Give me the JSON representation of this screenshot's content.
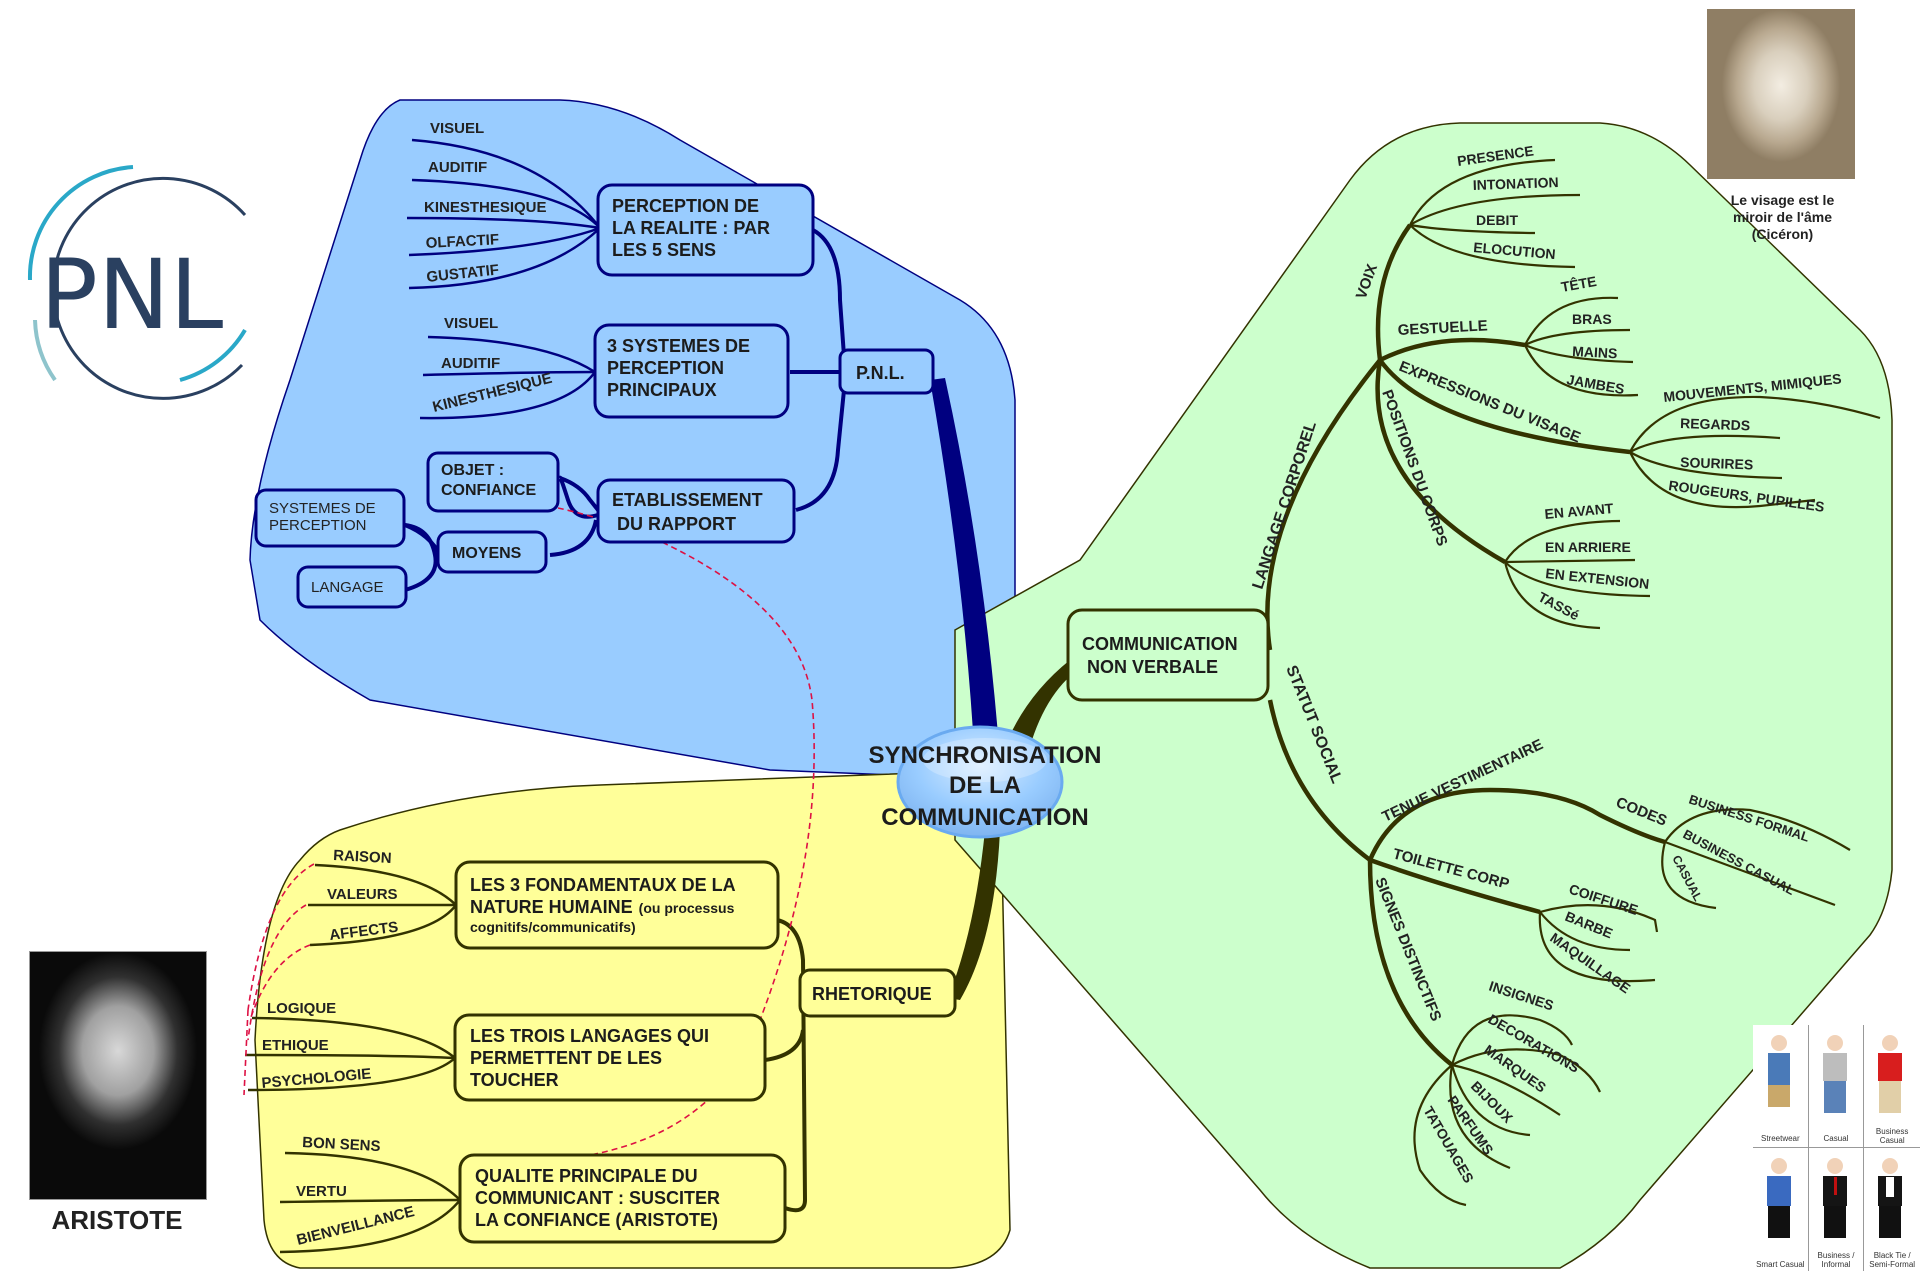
{
  "central": {
    "lines": [
      "SYNCHRONISATION",
      "DE LA",
      "COMMUNICATION"
    ]
  },
  "colors": {
    "blue_zone": "#99ccff",
    "blue_stroke": "#000080",
    "yellow_zone": "#ffff99",
    "green_zone": "#ccffcc",
    "dark_stroke": "#333300",
    "link_dashed": "#dd1144",
    "center_fill": "#99ccff"
  },
  "pnl": {
    "label": "P.N.L.",
    "perception": {
      "lines": [
        "PERCEPTION DE",
        "LA REALITE : PAR",
        "LES 5 SENS"
      ],
      "children": [
        "VISUEL",
        "AUDITIF",
        "KINESTHESIQUE",
        "OLFACTIF",
        "GUSTATIF"
      ]
    },
    "systemes": {
      "lines": [
        "3 SYSTEMES DE",
        "PERCEPTION",
        "PRINCIPAUX"
      ],
      "children": [
        "VISUEL",
        "AUDITIF",
        "KINESTHESIQUE"
      ]
    },
    "rapport": {
      "lines": [
        "ETABLISSEMENT",
        " DU RAPPORT"
      ],
      "objet": [
        "OBJET :",
        "CONFIANCE"
      ],
      "moyens": "MOYENS",
      "moyens_children": [
        [
          "SYSTEMES DE",
          "PERCEPTION"
        ],
        [
          "LANGAGE"
        ]
      ]
    }
  },
  "rhetorique": {
    "label": "RHETORIQUE",
    "fondamentaux": {
      "lines": [
        "LES 3 FONDAMENTAUX DE LA",
        "NATURE HUMAINE"
      ],
      "note": [
        "(ou processus",
        "cognitifs/communicatifs)"
      ],
      "children": [
        "RAISON",
        "VALEURS",
        "AFFECTS"
      ]
    },
    "langages": {
      "lines": [
        "LES TROIS LANGAGES QUI",
        "PERMETTENT DE LES",
        "TOUCHER"
      ],
      "children": [
        "LOGIQUE",
        "ETHIQUE",
        "PSYCHOLOGIE"
      ]
    },
    "qualite": {
      "lines": [
        "QUALITE PRINCIPALE DU",
        "COMMUNICANT : SUSCITER",
        "LA CONFIANCE (ARISTOTE)"
      ],
      "children": [
        "BON SENS",
        "VERTU",
        "BIENVEILLANCE"
      ]
    }
  },
  "non_verbale": {
    "lines": [
      "COMMUNICATION",
      " NON VERBALE"
    ],
    "langage_corporel": {
      "label": "LANGAGE CORPOREL",
      "voix": {
        "label": "VOIX",
        "children": [
          "PRESENCE",
          "INTONATION",
          "DEBIT",
          "ELOCUTION"
        ]
      },
      "gestuelle": {
        "label": "GESTUELLE",
        "children": [
          "TÊTE",
          "BRAS",
          "MAINS",
          "JAMBES"
        ]
      },
      "expressions": {
        "label": "EXPRESSIONS DU VISAGE",
        "children": [
          "MOUVEMENTS, MIMIQUES",
          "REGARDS",
          "SOURIRES",
          "ROUGEURS, PUPILLES"
        ]
      },
      "positions": {
        "label": "POSITIONS DU CORPS",
        "children": [
          "EN AVANT",
          "EN ARRIERE",
          "EN EXTENSION",
          "TASSé"
        ]
      }
    },
    "statut_social": {
      "label": "STATUT SOCIAL",
      "tenue": {
        "label": "TENUE VESTIMENTAIRE",
        "codes": "CODES",
        "children": [
          "BUSINESS FORMAL",
          "BUSINESS CASUAL",
          "CASUAL"
        ]
      },
      "toilette": {
        "label": "TOILETTE CORP",
        "children": [
          "COIFFURE",
          "BARBE",
          "MAQUILLAGE"
        ]
      },
      "signes": {
        "label": "SIGNES DISTINCTIFS",
        "children": [
          "INSIGNES",
          "DECORATIONS",
          "MARQUES",
          "BIJOUX",
          "PARFUMS",
          "TATOUAGES"
        ]
      }
    }
  },
  "logo": {
    "text": "PNL"
  },
  "aristote": {
    "caption": "ARISTOTE"
  },
  "ciceron": {
    "caption_lines": [
      "Le visage est le",
      "miroir de l'âme",
      "(Cicéron)"
    ]
  },
  "dress_codes": [
    "Streetwear",
    "Casual",
    "Business Casual",
    "Smart Casual",
    "Business / Informal",
    "Black Tie / Semi-Formal"
  ]
}
